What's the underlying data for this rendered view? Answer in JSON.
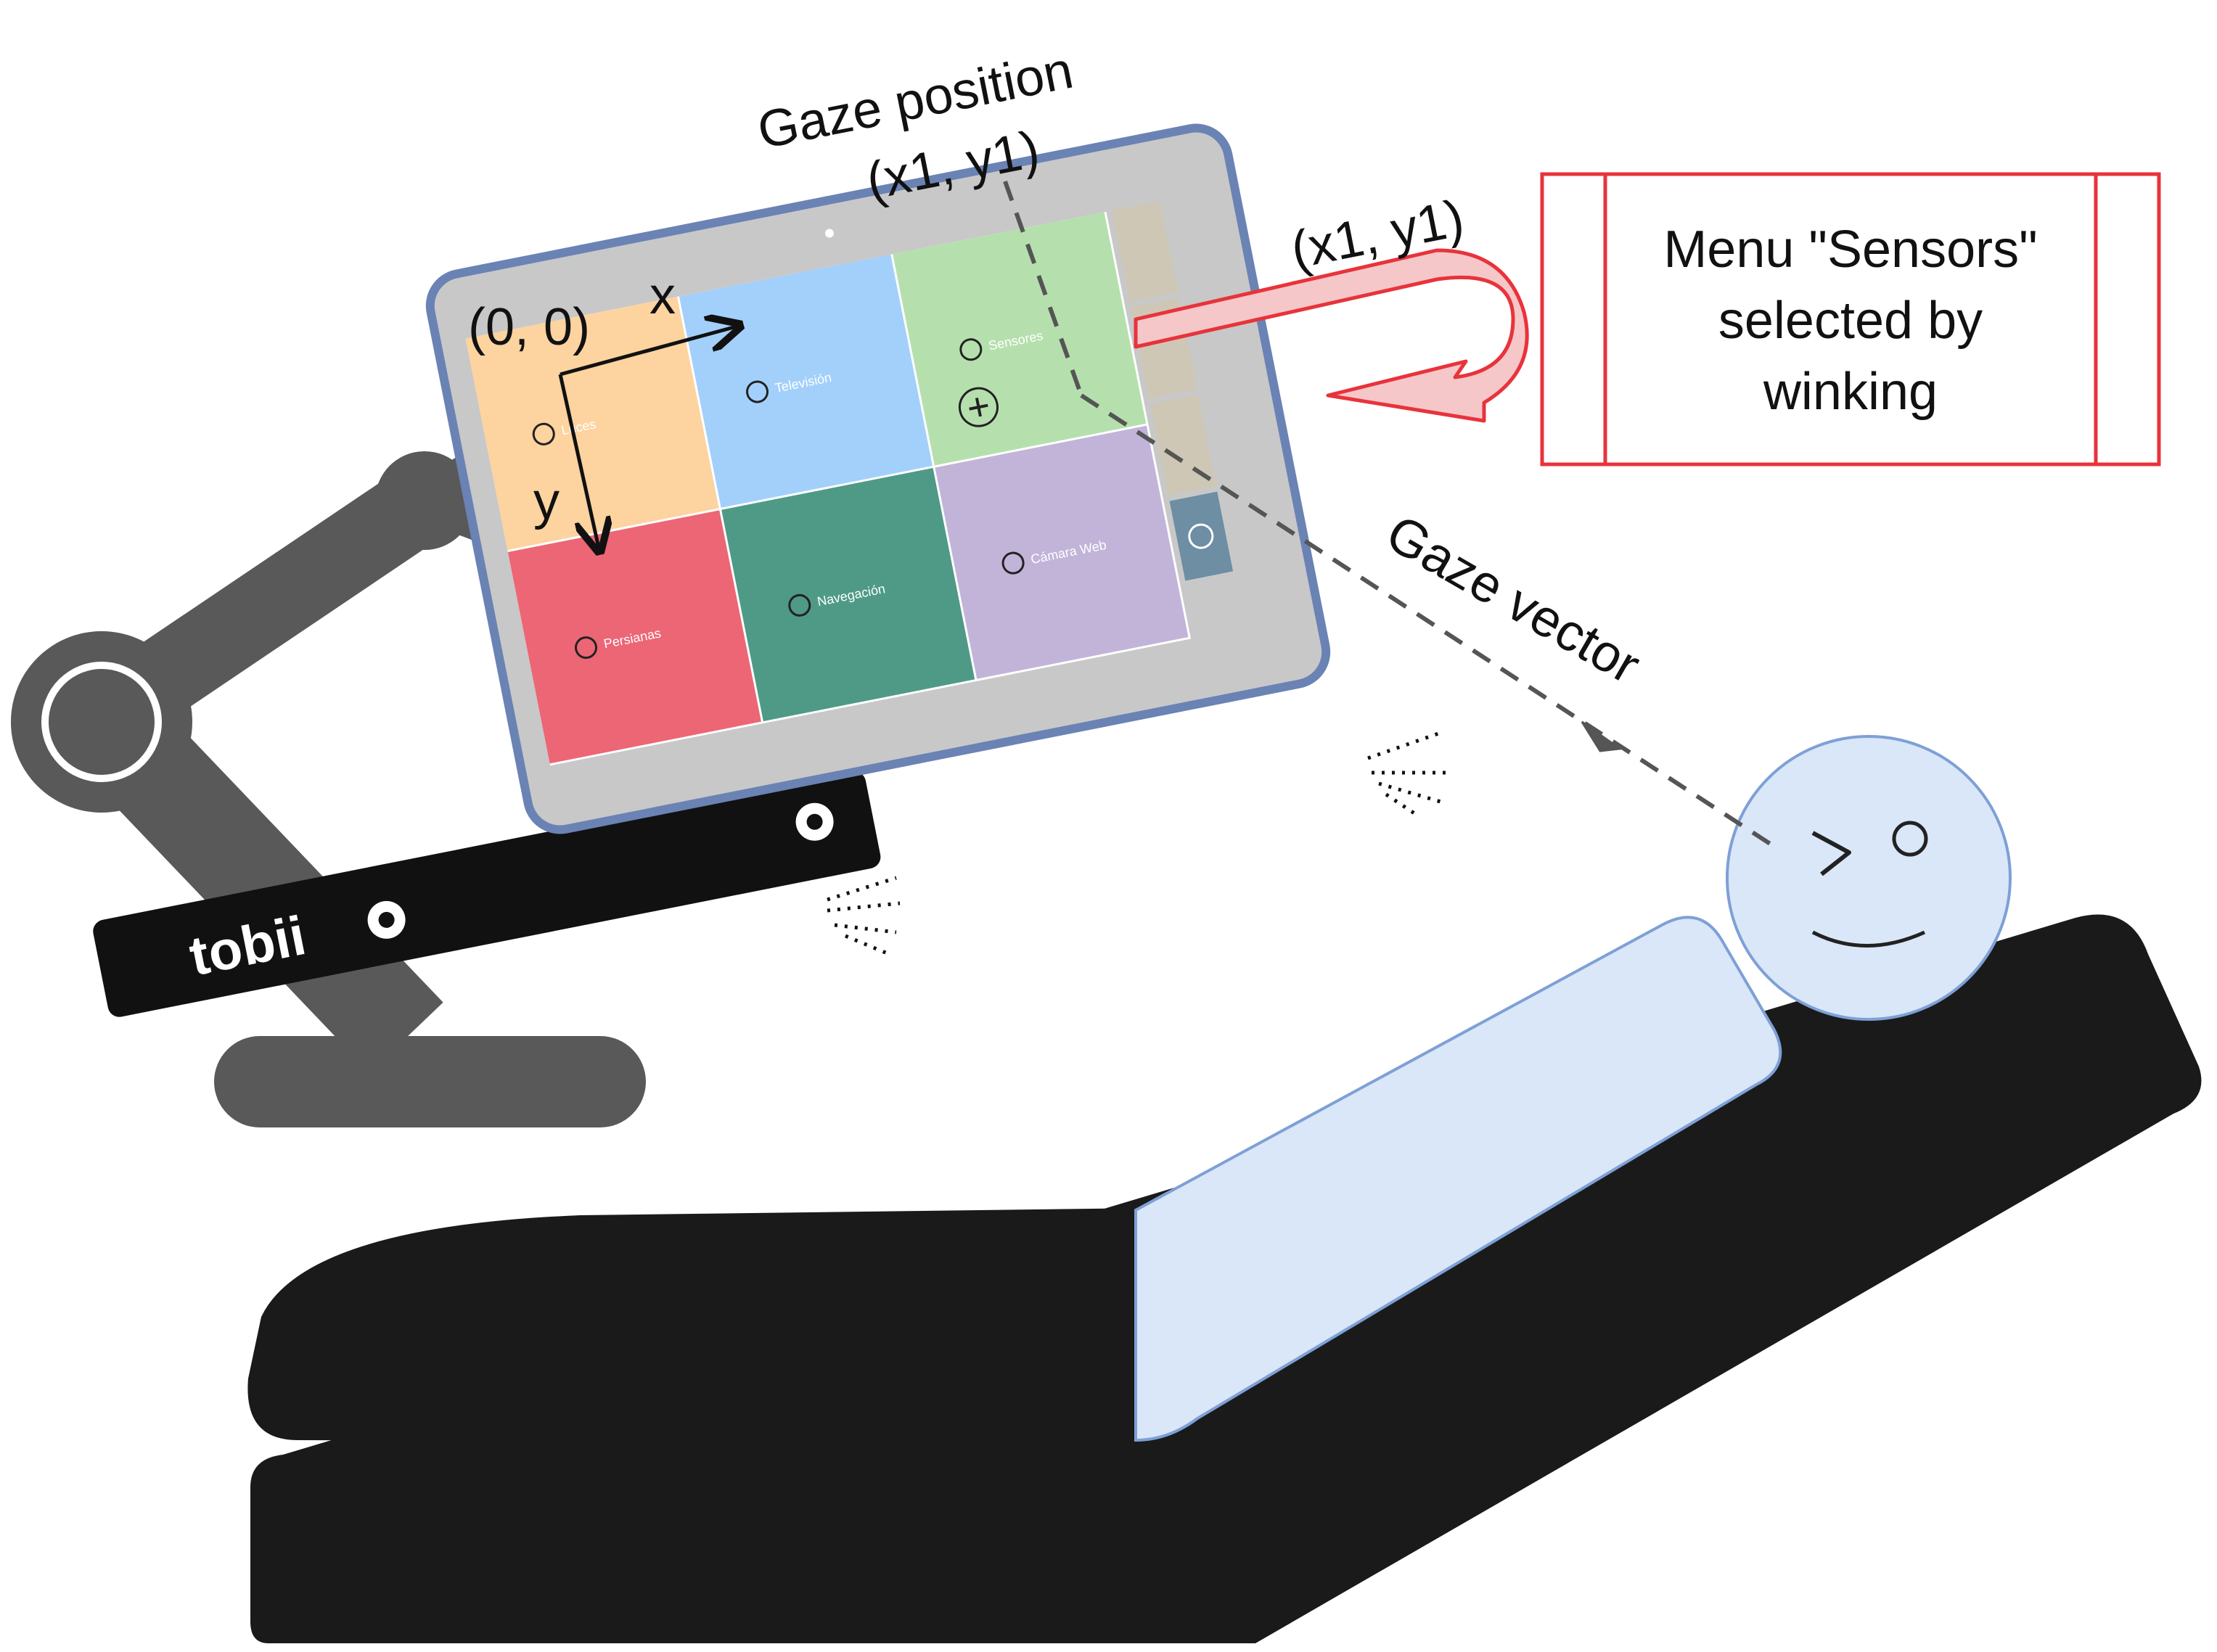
{
  "labels": {
    "gaze_position_title": "Gaze position",
    "gaze_position_coord": "(x1, y1)",
    "pointer_coord": "(x1, y1)",
    "origin": "(0, 0)",
    "x_axis": "x",
    "y_axis": "y",
    "gaze_vector": "Gaze vector",
    "tobii_brand": "tobii"
  },
  "callout": {
    "line1": "Menu \"Sensors\"",
    "line2": "selected by",
    "line3": "winking"
  },
  "tablet_tiles": [
    {
      "label": "Luces",
      "color": "#fdd3a0",
      "icon": "bulb-icon"
    },
    {
      "label": "Televisión",
      "color": "#a3d0fb",
      "icon": "tv-icon"
    },
    {
      "label": "Sensores",
      "color": "#b5e0ad",
      "icon": "gauge-icon"
    },
    {
      "label": "Persianas",
      "color": "#ec6675",
      "icon": "blinds-icon"
    },
    {
      "label": "Navegación",
      "color": "#4e9a86",
      "icon": "hand-icon"
    },
    {
      "label": "Cámara Web",
      "color": "#c2b4d9",
      "icon": "camera-icon"
    }
  ],
  "colors": {
    "robot_arm": "#595959",
    "tablet_border": "#6a83b4",
    "tablet_body": "#c8c8c8",
    "tobii_bar": "#111111",
    "callout_red": "#e8333b",
    "patient": "#d9e7f8",
    "patient_stroke": "#7ea0d6",
    "bed": "#1a1a1a",
    "sidebar_tile": "#cfc7b5",
    "settings_tile": "#6d8ea3"
  }
}
